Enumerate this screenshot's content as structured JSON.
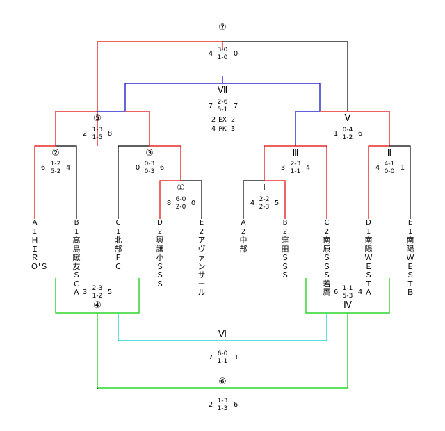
{
  "teams": [
    {
      "code": "A1",
      "name": "ＨＩＲＯ'Ｓ"
    },
    {
      "code": "B1",
      "name": "高島蹴友ＳＣＡ"
    },
    {
      "code": "C1",
      "name": "北部ＦＣ"
    },
    {
      "code": "D2",
      "name": "興譲小ＳＳＳ"
    },
    {
      "code": "E2",
      "name": "アヴァンサール"
    },
    {
      "code": "A2",
      "name": "中　部"
    },
    {
      "code": "B2",
      "name": "窪田ＳＳＳ"
    },
    {
      "code": "C2",
      "name": "南原ＳＳＳ若鷹"
    },
    {
      "code": "D1",
      "name": "南陽ＷＥＳＴＡ"
    },
    {
      "code": "E1",
      "name": "南陽ＷＥＳＴＢ"
    }
  ],
  "matches": {
    "m1": {
      "label": "①",
      "left": "8",
      "right": "0",
      "scores": [
        "6-0",
        "2-0"
      ]
    },
    "m2": {
      "label": "②",
      "left": "6",
      "right": "4",
      "scores": [
        "1-2",
        "5-2"
      ]
    },
    "m3": {
      "label": "③",
      "left": "0",
      "right": "6",
      "scores": [
        "0-3",
        "0-3"
      ]
    },
    "m4": {
      "label": "④",
      "left": "3",
      "right": "5",
      "scores": [
        "2-3",
        "1-2"
      ]
    },
    "m5": {
      "label": "⑤",
      "left": "2",
      "right": "8",
      "scores": [
        "1-3",
        "1-5"
      ]
    },
    "m6": {
      "label": "⑥",
      "left": "2",
      "right": "6",
      "scores": [
        "1-3",
        "1-3"
      ]
    },
    "m7": {
      "label": "⑦",
      "left": "4",
      "right": "0",
      "scores": [
        "3-0",
        "1-0"
      ]
    },
    "mI": {
      "label": "Ⅰ",
      "left": "4",
      "right": "5",
      "scores": [
        "2-2",
        "2-3"
      ]
    },
    "mII": {
      "label": "Ⅱ",
      "left": "4",
      "right": "1",
      "scores": [
        "4-1",
        "0-0"
      ]
    },
    "mIII": {
      "label": "Ⅲ",
      "left": "3",
      "right": "4",
      "scores": [
        "2-3",
        "1-1"
      ]
    },
    "mIV": {
      "label": "Ⅳ",
      "left": "6",
      "right": "4",
      "scores": [
        "1-1",
        "5-3"
      ]
    },
    "mV": {
      "label": "Ⅴ",
      "left": "1",
      "right": "6",
      "scores": [
        "0-4",
        "1-2"
      ]
    },
    "mVI": {
      "label": "Ⅵ",
      "left": "7",
      "right": "1",
      "scores": [
        "6-0",
        "1-1"
      ]
    },
    "mVII": {
      "label": "Ⅶ",
      "left": "7",
      "right": "7",
      "scores": [
        "2-6",
        "5-1"
      ],
      "extra": [
        {
          "left": "2",
          "mid": "EX",
          "right": "2"
        },
        {
          "left": "4",
          "mid": "PK",
          "right": "3"
        }
      ]
    }
  },
  "colors": {
    "win_red": "#e00000",
    "final_blue": "#0000c0",
    "consolation_green": "#00cc00",
    "consolation_cyan": "#00cccc",
    "line_black": "#000000"
  }
}
